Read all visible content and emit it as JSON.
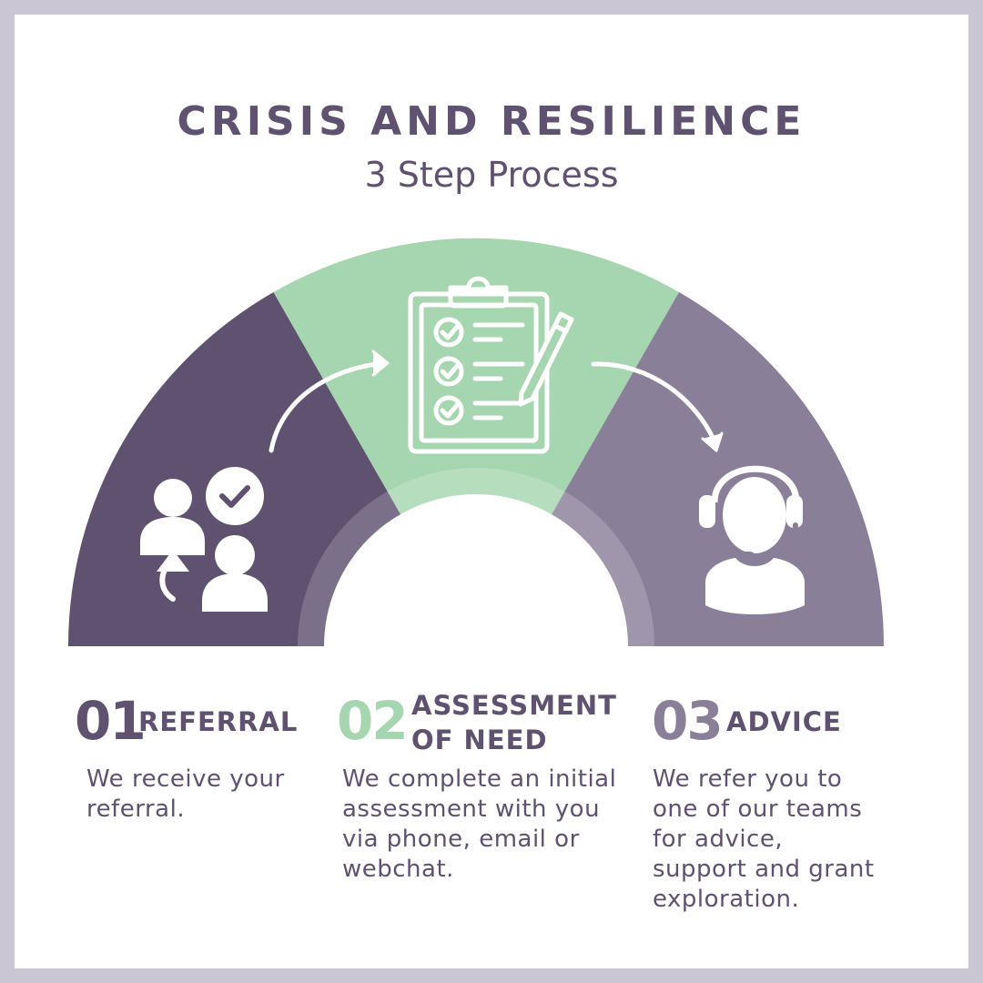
{
  "header": {
    "title": "CRISIS AND RESILIENCE",
    "subtitle": "3 Step Process"
  },
  "colors": {
    "step1": "#5f5170",
    "step2": "#a6d6b0",
    "step3": "#8a7f99",
    "border": "#cbc6d3",
    "text": "#5f5170"
  },
  "icons": {
    "step1": "referral-people-icon",
    "step2": "clipboard-checklist-icon",
    "step3": "headset-agent-icon"
  },
  "steps": [
    {
      "number": "01",
      "heading_line1": "REFERRAL",
      "heading_line2": "",
      "description_lines": [
        "We receive your",
        "referral."
      ]
    },
    {
      "number": "02",
      "heading_line1": "ASSESSMENT",
      "heading_line2": "OF NEED",
      "description_lines": [
        "We complete an initial",
        "assessment with you",
        "via phone, email or",
        "webchat."
      ]
    },
    {
      "number": "03",
      "heading_line1": "ADVICE",
      "heading_line2": "",
      "description_lines": [
        "We refer you to",
        "one of our teams",
        "for advice,",
        "support and grant",
        "exploration."
      ]
    }
  ]
}
